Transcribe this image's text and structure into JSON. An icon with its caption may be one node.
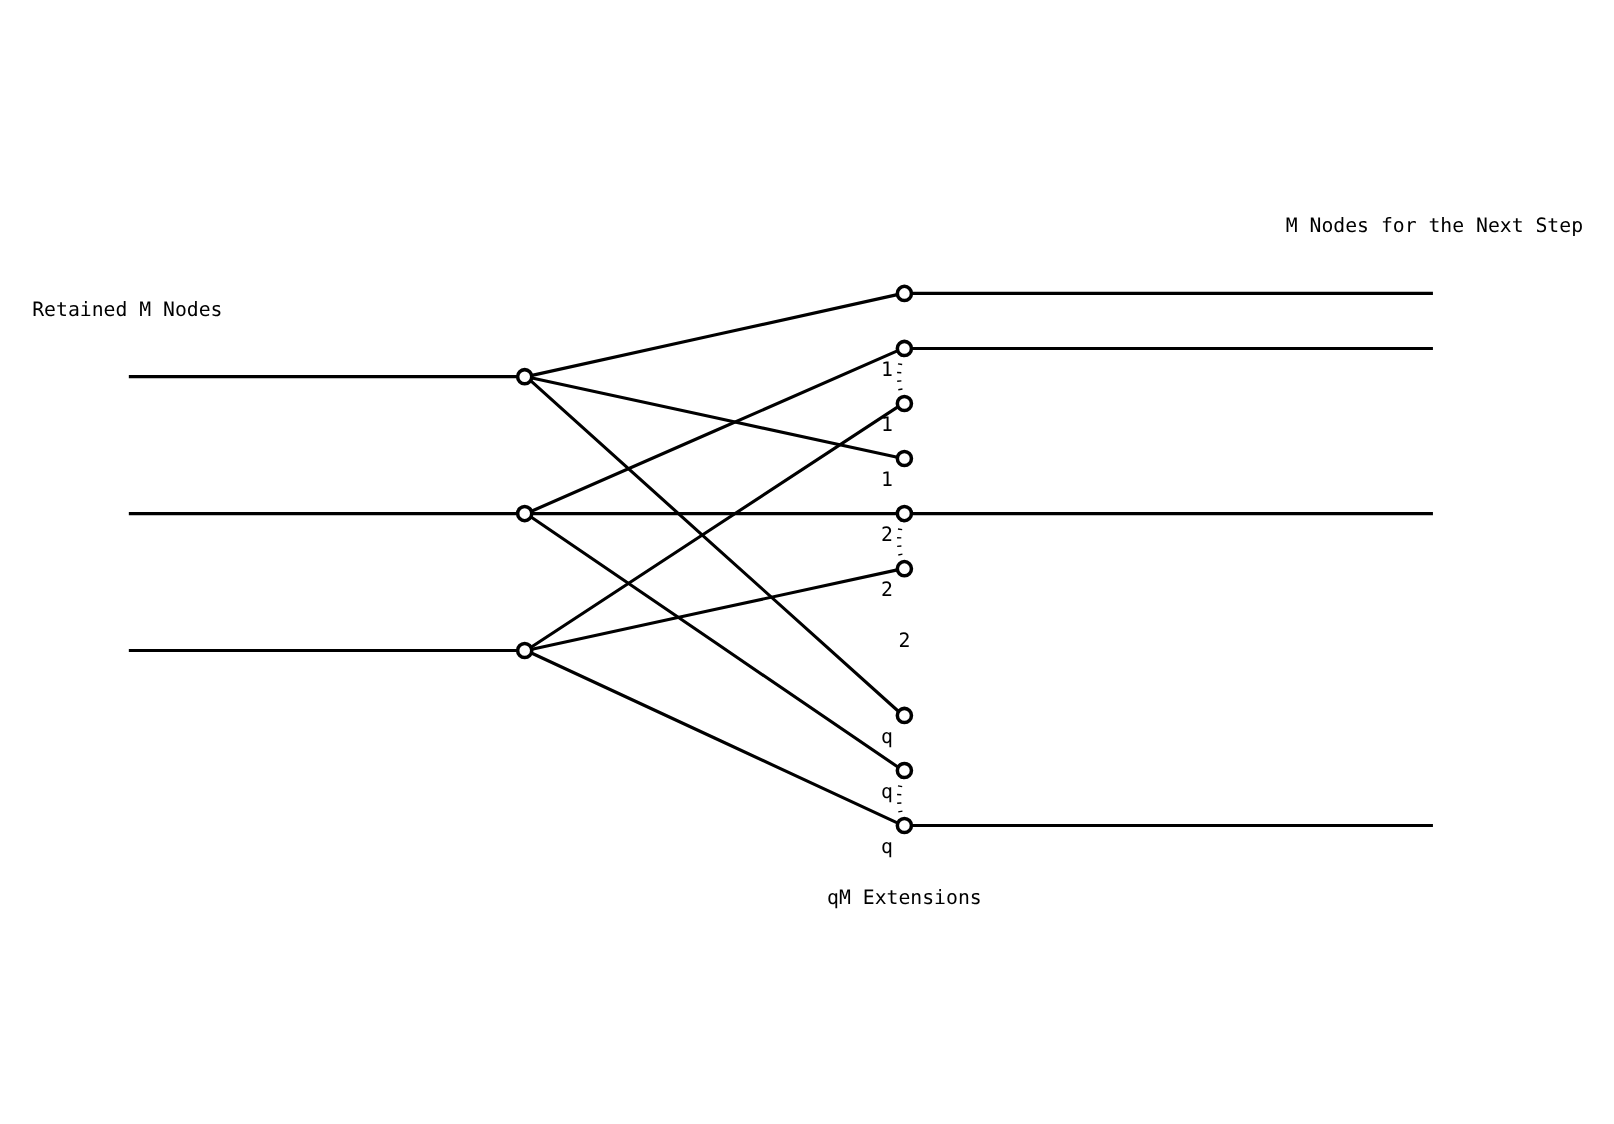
{
  "diagram": {
    "nodes": [
      {
        "text": [],
        "shape": "circle"
      },
      {
        "text": [],
        "shape": "circle"
      },
      {
        "text": [],
        "shape": "circle"
      },
      {
        "text": [],
        "shape": "circle"
      },
      {
        "text": [],
        "shape": "circle",
        "beside": [
          "1"
        ]
      },
      {
        "text": [],
        "shape": "circle",
        "beside": [
          "1"
        ]
      },
      {
        "text": [],
        "shape": "circle",
        "beside": [
          "1"
        ]
      },
      {
        "text": [],
        "shape": "circle",
        "beside": [
          "2"
        ]
      },
      {
        "text": [],
        "shape": "circle",
        "beside": [
          "2"
        ]
      },
      {
        "text": [],
        "shape": "circle",
        "beside": [
          "q"
        ]
      },
      {
        "text": [],
        "shape": "circle",
        "beside": [
          "q"
        ]
      },
      {
        "text": [],
        "shape": "circle",
        "beside": [
          "q"
        ]
      }
    ],
    "edges": [
      {
        "from": null,
        "to": 0,
        "arrow": "none"
      },
      {
        "from": null,
        "to": 1,
        "arrow": "none"
      },
      {
        "from": null,
        "to": 2,
        "arrow": "none"
      },
      {
        "from": 0,
        "to": 3,
        "arrow": "none"
      },
      {
        "from": 0,
        "to": 6,
        "arrow": "none"
      },
      {
        "from": 0,
        "to": 9,
        "arrow": "none"
      },
      {
        "from": 1,
        "to": 4,
        "arrow": "none"
      },
      {
        "from": 1,
        "to": 7,
        "arrow": "none"
      },
      {
        "from": 1,
        "to": 10,
        "arrow": "none"
      },
      {
        "from": 2,
        "to": 5,
        "arrow": "none"
      },
      {
        "from": 2,
        "to": 8,
        "arrow": "none"
      },
      {
        "from": 2,
        "to": 11,
        "arrow": "none"
      },
      {
        "from": 3,
        "to": null,
        "arrow": "none"
      },
      {
        "from": 4,
        "to": null,
        "arrow": "none"
      },
      {
        "from": 7,
        "to": null,
        "arrow": "none"
      },
      {
        "from": 11,
        "to": null,
        "arrow": "none"
      },
      {
        "from": 4,
        "to": 5,
        "arrow": "none",
        "style": "dashed"
      },
      {
        "from": 7,
        "to": 8,
        "arrow": "none",
        "style": "dashed"
      },
      {
        "from": 10,
        "to": 11,
        "arrow": "none",
        "style": "dashed"
      }
    ],
    "labels": [
      "Retained M Nodes",
      "2",
      "M Nodes for the Next Step",
      "qM Extensions"
    ]
  }
}
